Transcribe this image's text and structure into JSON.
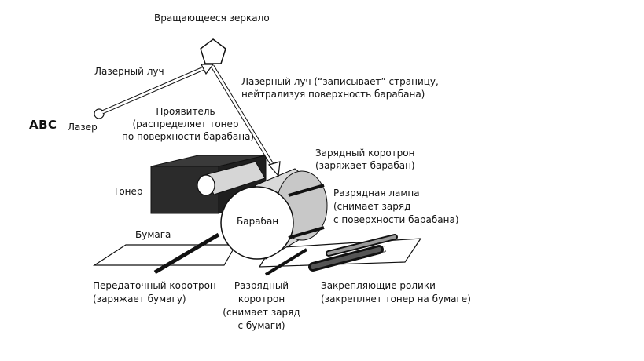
{
  "labels": {
    "mirror": "Вращающееся зеркало",
    "laser_beam_in": "Лазерный луч",
    "laser_beam_out_line1": "Лазерный луч (“записывает” страницу,",
    "laser_beam_out_line2": "нейтрализуя поверхность барабана)",
    "abc": "ABC",
    "laser": "Лазер",
    "developer_line1": "Проявитель",
    "developer_line2": "(распределяет тонер",
    "developer_line3": "по поверхности барабана)",
    "charge_corotron_line1": "Зарядный коротрон",
    "charge_corotron_line2": "(заряжает барабан)",
    "toner": "Тонер",
    "discharge_lamp_line1": "Разрядная лампа",
    "discharge_lamp_line2": "(снимает заряд",
    "discharge_lamp_line3": "с поверхности барабана)",
    "drum": "Барабан",
    "paper": "Бумага",
    "transfer_corotron_line1": "Передаточный коротрон",
    "transfer_corotron_line2": "(заряжает бумагу)",
    "discharge_corotron_line1": "Разрядный",
    "discharge_corotron_line2": "коротрон",
    "discharge_corotron_line3": "(снимает заряд",
    "discharge_corotron_line4": "с бумаги)",
    "fuser_line1": "Закрепляющие ролики",
    "fuser_line2": "(закрепляет тонер на бумаге)"
  }
}
